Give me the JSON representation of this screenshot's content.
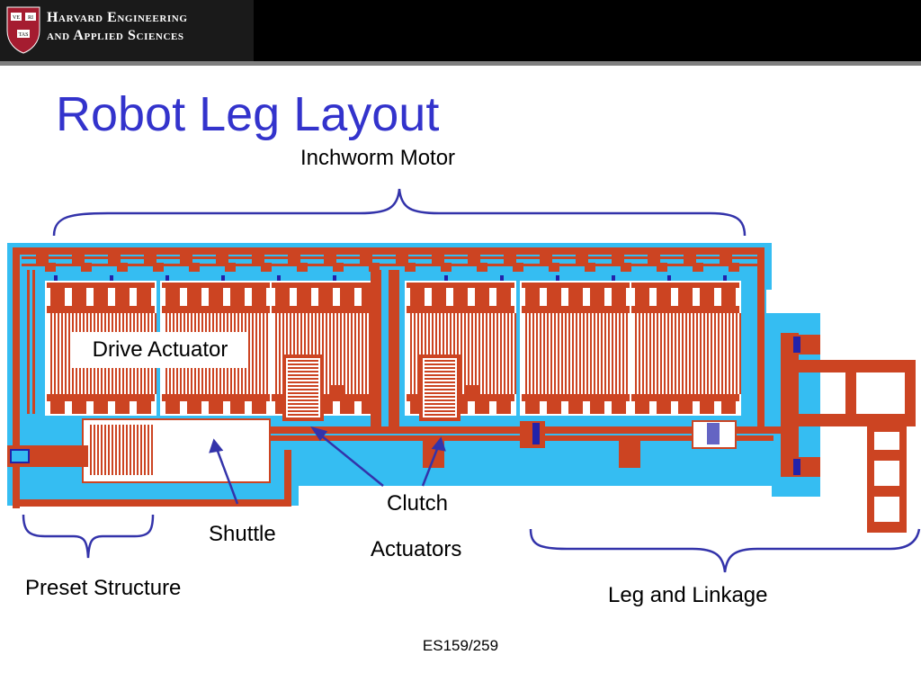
{
  "header": {
    "brand_line1": "Harvard Engineering",
    "brand_line2": "and Applied Sciences",
    "shield_letters": [
      "VE",
      "RI",
      "TAS"
    ]
  },
  "slide": {
    "title": "Robot Leg Layout"
  },
  "labels": {
    "inchworm_motor": "Inchworm Motor",
    "drive_actuator": "Drive Actuator",
    "clutch_line1": "Clutch",
    "clutch_line2": "Actuators",
    "shuttle": "Shuttle",
    "preset_structure": "Preset Structure",
    "leg_and_linkage": "Leg and Linkage"
  },
  "footer": {
    "course": "ES159/259"
  },
  "colors": {
    "title": "#3333cc",
    "annotation": "#3333aa",
    "layout_fill": "#35bdf2",
    "metal": "#cc4422",
    "header_bg": "#000000"
  }
}
